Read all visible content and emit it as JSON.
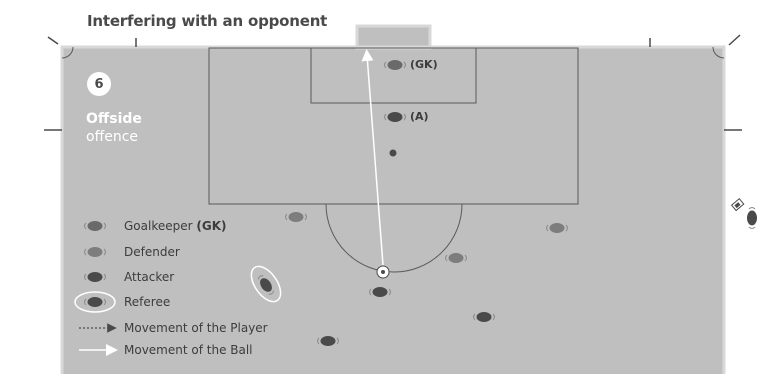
{
  "title": "Interfering with an opponent",
  "badge": "6",
  "offence": {
    "title": "Offside",
    "subtitle": "offence"
  },
  "players": {
    "goalkeeper": "(GK)",
    "attacker": "(A)"
  },
  "legend": {
    "goalkeeper": "Goalkeeper ",
    "goalkeeper_abbr": "(GK)",
    "defender": "Defender",
    "attacker": "Attacker",
    "referee": "Referee",
    "player_movement": "Movement of the Player",
    "ball_movement": "Movement of the Ball"
  },
  "colors": {
    "pitch": "#bfbfbf",
    "lines": "#5a5a5a",
    "goalkeeper": "#6a6a6a",
    "defender": "#7d7d7d",
    "attacker": "#4a4a4a",
    "ball_path": "#ffffff"
  }
}
